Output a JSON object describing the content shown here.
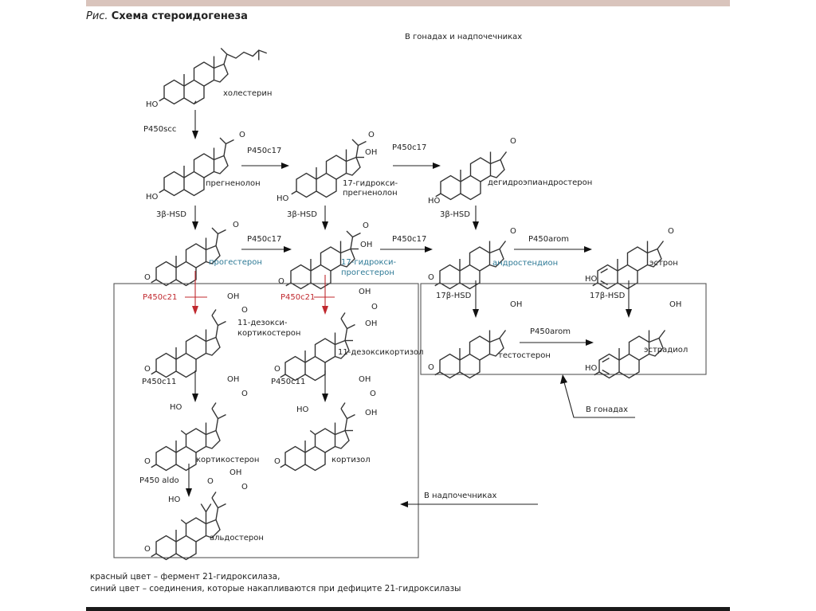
{
  "figure": {
    "title_prefix": "Рис.",
    "title": "Схема стероидогенеза",
    "region_top": "В гонадах и надпочечниках",
    "region_gonads": "В гонадах",
    "region_adrenals": "В надпочечниках"
  },
  "colors": {
    "enzyme_highlight": "#c0282e",
    "accumulating_compound": "#2e7a96",
    "top_bar": "#d9c4bc"
  },
  "compounds": {
    "cholesterol": "холестерин",
    "pregnenolone": "прегненолон",
    "hydroxypregnenolone_1": "17-гидрокси-",
    "hydroxypregnenolone_2": "прегненолон",
    "dhea": "дегидроэпиандростерон",
    "progesterone": "прогестерон",
    "hydroxyprogesterone_1": "17-гидрокси-",
    "hydroxyprogesterone_2": "прогестерон",
    "androstenedione": "андростендион",
    "estrone": "эстрон",
    "deoxycorticosterone_1": "11-дезокси-",
    "deoxycorticosterone_2": "кортикостерон",
    "deoxycortisol": "11-дезоксикортизол",
    "testosterone": "тестостерон",
    "estradiol": "эстрадиол",
    "corticosterone": "кортикостерон",
    "cortisol": "кортизол",
    "aldosterone": "альдостерон"
  },
  "enzymes": {
    "p450scc": "P450scc",
    "p450c17": "P450c17",
    "hsd3b": "3β-HSD",
    "p450arom": "P450arom",
    "p450c21": "P450c21",
    "hsd17b": "17β-HSD",
    "p450c11": "P450c11",
    "p450aldo": "P450 aldo"
  },
  "atoms": {
    "ho": "HO",
    "oh": "OH",
    "o": "O"
  },
  "legend": {
    "line1": "красный цвет – фермент 21-гидроксилаза,",
    "line2": "синий цвет – соединения, которые накапливаются при дефиците 21-гидроксилазы"
  }
}
